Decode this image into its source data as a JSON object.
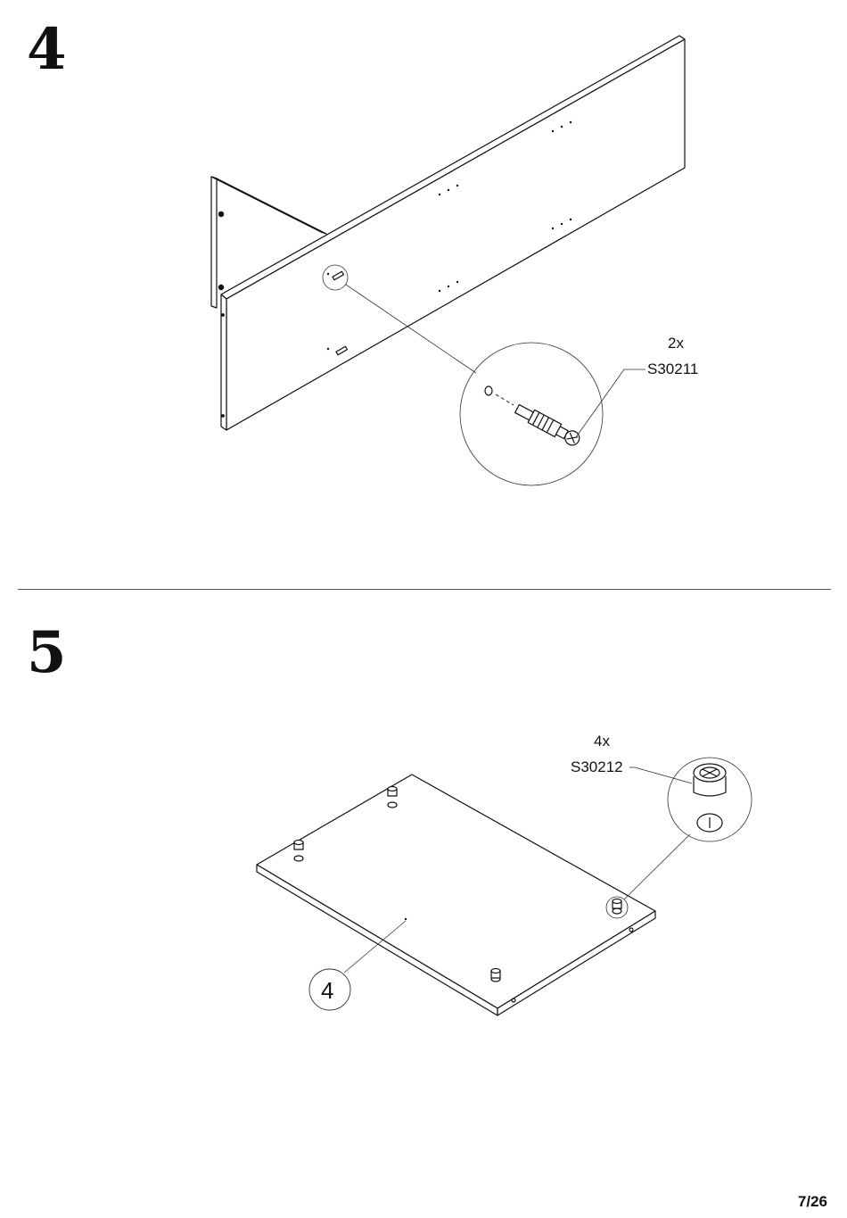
{
  "step4": {
    "number": "4",
    "qty": "2x",
    "part_code": "S30211"
  },
  "step5": {
    "number": "5",
    "qty": "4x",
    "part_code": "S30212",
    "panel_label": "4"
  },
  "page": "7/26"
}
